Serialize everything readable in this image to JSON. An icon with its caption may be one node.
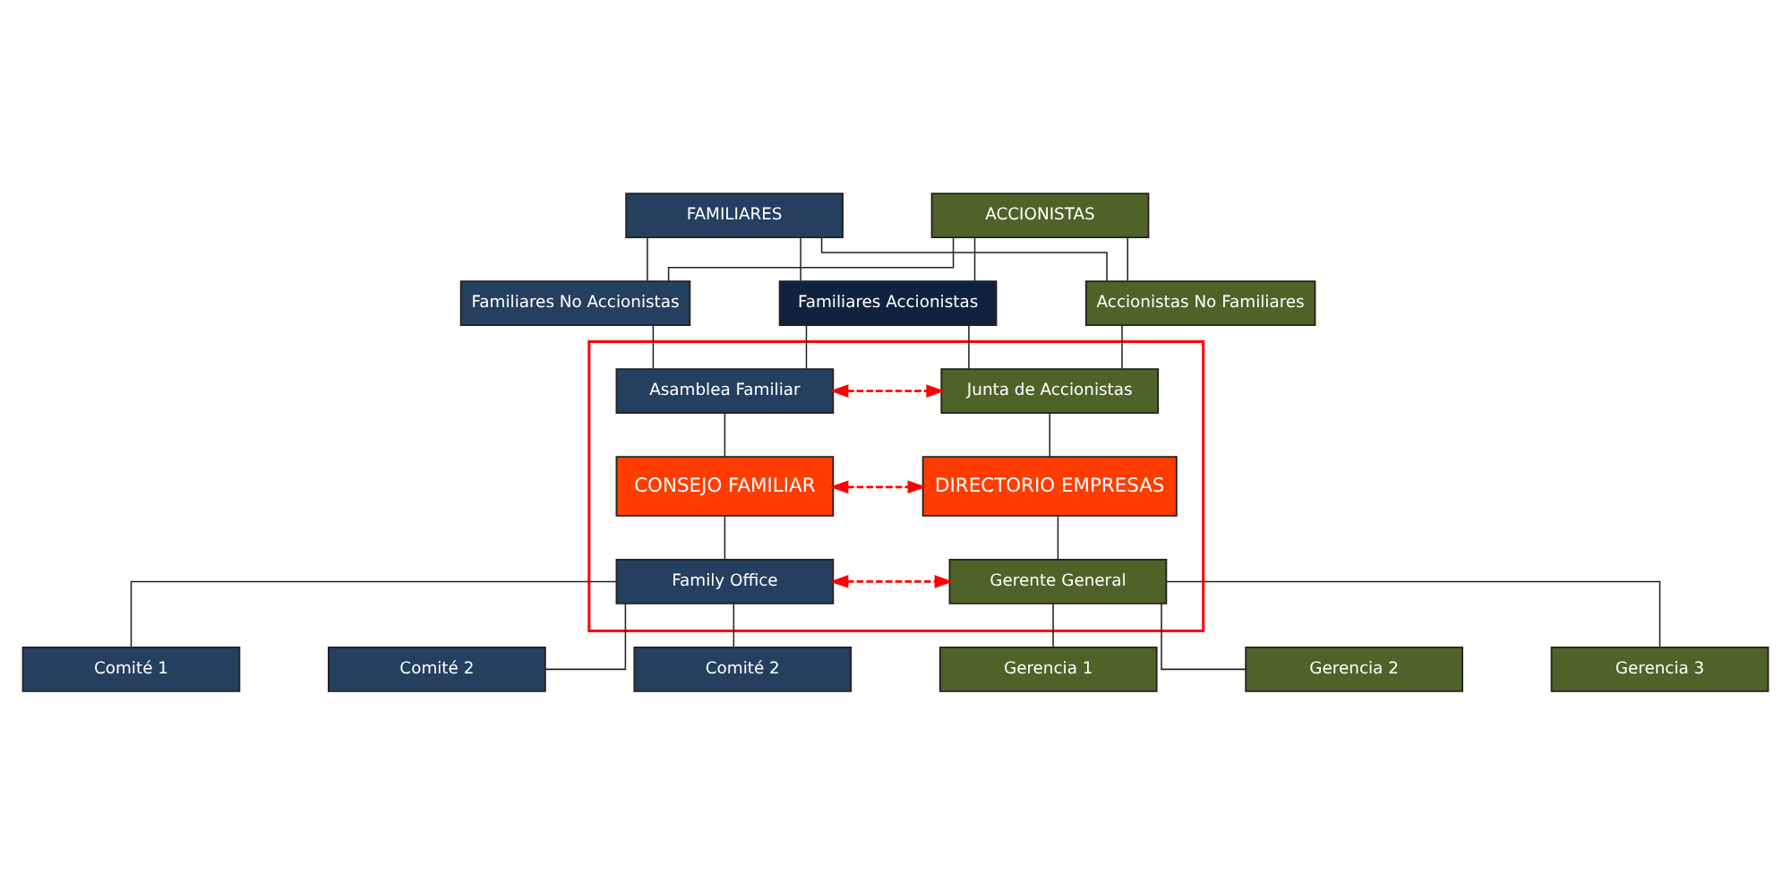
{
  "diagram": {
    "nodes": [
      {
        "text": [
          "FAMILIARES"
        ]
      },
      {
        "text": [
          "ACCIONISTAS"
        ]
      },
      {
        "text": [
          "Familiares No Accionistas"
        ]
      },
      {
        "text": [
          "Familiares Accionistas"
        ]
      },
      {
        "text": [
          "Accionistas No Familiares"
        ]
      },
      {
        "text": [],
        "shape": "box"
      },
      {
        "text": [
          "Asamblea Familiar"
        ],
        "in": 5
      },
      {
        "text": [
          "Junta de Accionistas"
        ],
        "in": 5
      },
      {
        "text": [
          "CONSEJO FAMILIAR"
        ],
        "in": 5
      },
      {
        "text": [
          "DIRECTORIO EMPRESAS"
        ],
        "in": 5
      },
      {
        "text": [
          "Family Office"
        ],
        "in": 5
      },
      {
        "text": [
          "Gerente General"
        ],
        "in": 5
      },
      {
        "text": [
          "Comité 1"
        ]
      },
      {
        "text": [
          "Comité 2"
        ]
      },
      {
        "text": [
          "Comité 2"
        ]
      },
      {
        "text": [
          "Gerencia 1"
        ]
      },
      {
        "text": [
          "Gerencia 2"
        ]
      },
      {
        "text": [
          "Gerencia 3"
        ]
      }
    ],
    "edges": [
      {
        "from": 0,
        "to": 2,
        "arrow": "none"
      },
      {
        "from": 0,
        "to": 3,
        "arrow": "none"
      },
      {
        "from": 0,
        "to": 4,
        "arrow": "none"
      },
      {
        "from": 1,
        "to": 2,
        "arrow": "none"
      },
      {
        "from": 1,
        "to": 3,
        "arrow": "none"
      },
      {
        "from": 1,
        "to": 4,
        "arrow": "none"
      },
      {
        "from": 2,
        "to": 6,
        "arrow": "none"
      },
      {
        "from": 3,
        "to": 6,
        "arrow": "none"
      },
      {
        "from": 3,
        "to": 7,
        "arrow": "none"
      },
      {
        "from": 4,
        "to": 7,
        "arrow": "none"
      },
      {
        "from": 6,
        "to": 7,
        "arrow": "both",
        "style": "dashed",
        "color": "#ff0000"
      },
      {
        "from": 6,
        "to": 8,
        "arrow": "none"
      },
      {
        "from": 7,
        "to": 9,
        "arrow": "none"
      },
      {
        "from": 8,
        "to": 9,
        "arrow": "both",
        "style": "dashed",
        "color": "#ff0000"
      },
      {
        "from": 8,
        "to": 10,
        "arrow": "none"
      },
      {
        "from": 9,
        "to": 11,
        "arrow": "none"
      },
      {
        "from": 10,
        "to": 11,
        "arrow": "both",
        "style": "dashed",
        "color": "#ff0000"
      },
      {
        "from": 10,
        "to": 12,
        "arrow": "none"
      },
      {
        "from": 10,
        "to": 13,
        "arrow": "none"
      },
      {
        "from": 10,
        "to": 14,
        "arrow": "none"
      },
      {
        "from": 11,
        "to": 15,
        "arrow": "none"
      },
      {
        "from": 11,
        "to": 16,
        "arrow": "none"
      },
      {
        "from": 11,
        "to": 17,
        "arrow": "none"
      }
    ]
  }
}
